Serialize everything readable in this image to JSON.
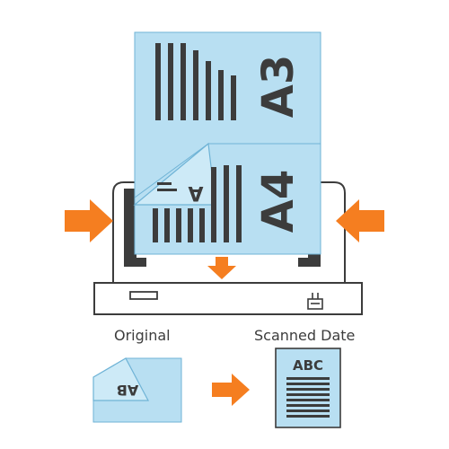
{
  "captions": {
    "original": "Original",
    "scanned": "Scanned Date"
  },
  "sheets": {
    "large_size_label": "A3",
    "small_size_label": "A4",
    "folded_corner_label": "A",
    "original_doc_label": "AB",
    "scanned_doc_label": "ABC"
  },
  "icons": {
    "left_guide_arrow": "arrow-right-icon",
    "right_guide_arrow": "arrow-left-icon",
    "feed_arrow": "arrow-down-icon",
    "transform_arrow": "arrow-right-icon",
    "paper_size_indicator": "document-feeder-icon"
  },
  "colors": {
    "paper_fill": "#b8dff2",
    "paper_stroke": "#6fb3d6",
    "text_dark": "#3c3c3c",
    "arrow_orange": "#f57e20",
    "scanner_body": "#ffffff",
    "scanner_stroke": "#3c3c3c"
  }
}
